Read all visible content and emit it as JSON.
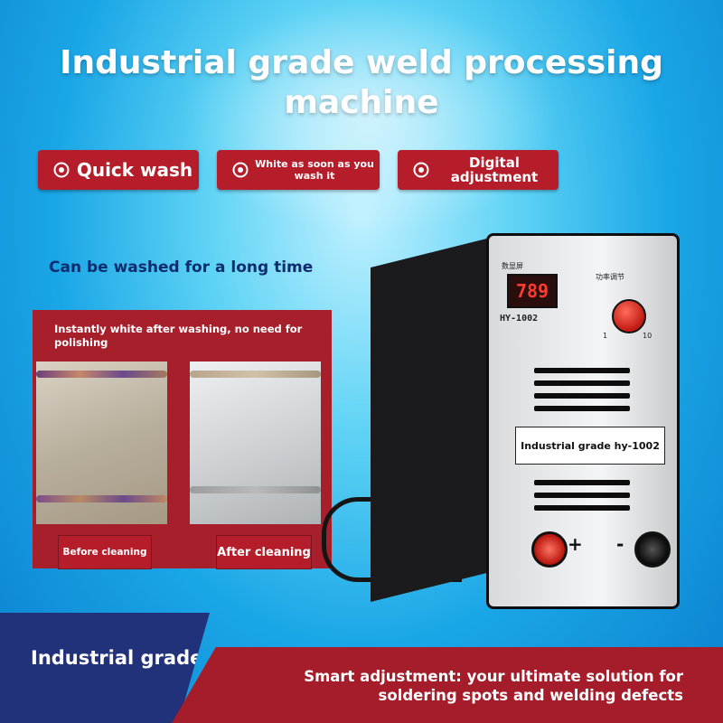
{
  "title": "Industrial grade weld processing machine",
  "features": [
    {
      "label": "Quick wash",
      "icon": "target-icon"
    },
    {
      "label": "White as soon as you wash it",
      "icon": "target-icon"
    },
    {
      "label": "Digital adjustment",
      "icon": "target-icon"
    }
  ],
  "subtitle": "Can be washed for a long time",
  "comparison": {
    "note": "Instantly white after washing, no need for polishing",
    "before_label": "Before cleaning",
    "after_label": "After cleaning"
  },
  "machine": {
    "display_value": "789",
    "model_text": "HY-1002",
    "display_caption": "数显屏",
    "knob_caption": "功率调节",
    "knob_min": "1",
    "knob_max": "10",
    "label_text": "Industrial grade hy-1002",
    "plus": "+",
    "minus": "-"
  },
  "footer": {
    "left": "Industrial grade",
    "right": "Smart adjustment: your ultimate solution for soldering spots and welding defects"
  },
  "colors": {
    "brand_red": "#b51d2a",
    "navy": "#22327a",
    "sky": "#1aa6e6"
  }
}
